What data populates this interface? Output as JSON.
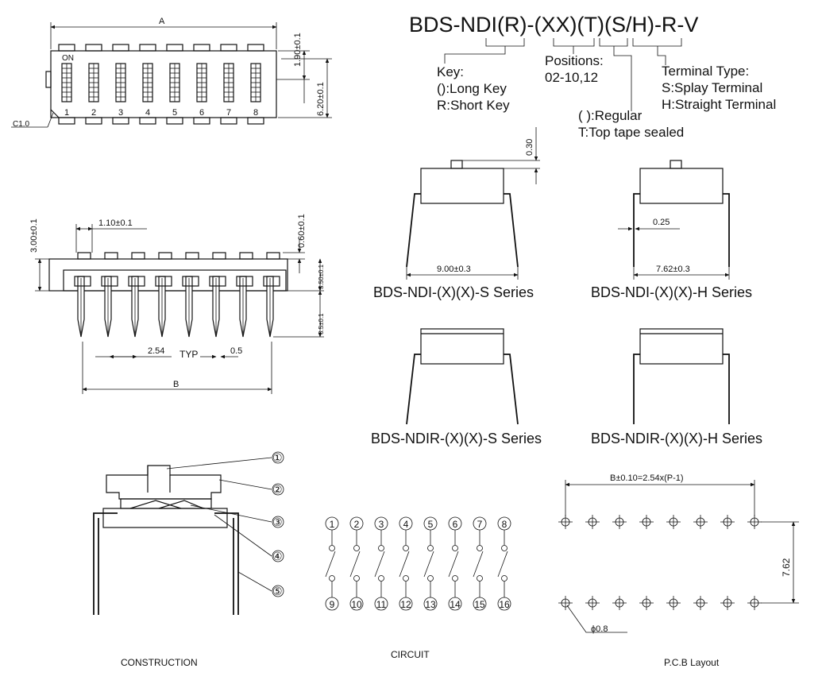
{
  "part_number": {
    "title": "BDS-NDI(R)-(XX)(T)(S/H)-R-V",
    "key": {
      "heading": "Key:",
      "long": "():Long Key",
      "short": "R:Short Key"
    },
    "positions": {
      "heading": "Positions:",
      "range": "02-10,12"
    },
    "tape": {
      "regular": "( ):Regular",
      "sealed": "T:Top tape sealed"
    },
    "terminal": {
      "heading": "Terminal Type:",
      "splay": "S:Splay Terminal",
      "straight": "H:Straight Terminal"
    }
  },
  "top_view": {
    "dim_a": "A",
    "dim_height_key": "1.90±0.1",
    "dim_height_body": "6.20±0.1",
    "on_label": "ON",
    "chamfer": "C1.0",
    "positions": [
      "1",
      "2",
      "3",
      "4",
      "5",
      "6",
      "7",
      "8"
    ]
  },
  "side_view": {
    "dim_height": "3.00±0.1",
    "dim_key_width": "1.10±0.1",
    "dim_key_height": "0.60±0.1",
    "dim_body": "3.50±0.1",
    "dim_pin": "3.5±0.1",
    "pitch": "2.54",
    "typ": "TYP",
    "pin_width": "0.5",
    "dim_b": "B"
  },
  "series": {
    "s_top_dim": "0.30",
    "s_width": "9.00±0.3",
    "h_pin": "0.25",
    "h_width": "7.62±0.3",
    "labels": {
      "ndi_s": "BDS-NDI-(X)(X)-S Series",
      "ndi_h": "BDS-NDI-(X)(X)-H Series",
      "ndir_s": "BDS-NDIR-(X)(X)-S Series",
      "ndir_h": "BDS-NDIR-(X)(X)-H Series"
    }
  },
  "construction": {
    "caption": "CONSTRUCTION",
    "callouts": [
      "①",
      "②",
      "③",
      "④",
      "⑤"
    ]
  },
  "circuit": {
    "caption": "CIRCUIT",
    "top_numbers": [
      "1",
      "2",
      "3",
      "4",
      "5",
      "6",
      "7",
      "8"
    ],
    "bottom_numbers": [
      "9",
      "10",
      "11",
      "12",
      "13",
      "14",
      "15",
      "16"
    ]
  },
  "pcb": {
    "caption": "P.C.B Layout",
    "width_formula": "B±0.10=2.54x(P-1)",
    "row_spacing": "7.62",
    "hole": "ϕ0.8"
  }
}
